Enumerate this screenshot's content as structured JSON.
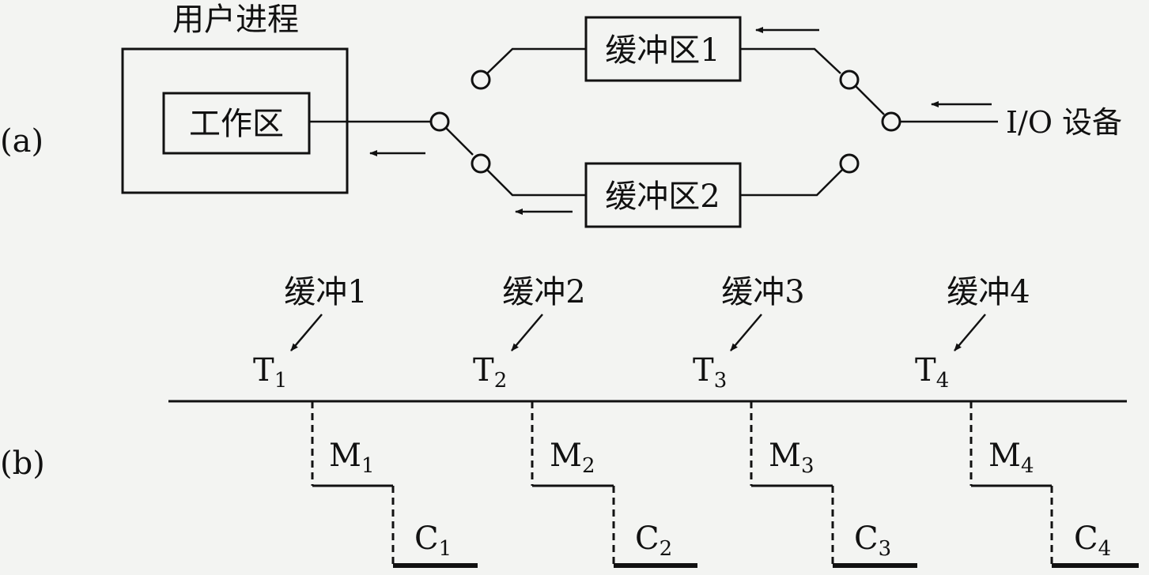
{
  "part_a": {
    "label": "(a)",
    "user_process": {
      "title": "用户进程",
      "work_area": "工作区"
    },
    "buffers": [
      "缓冲区1",
      "缓冲区2"
    ],
    "io_device": "I/O 设备"
  },
  "part_b": {
    "label": "(b)",
    "cycles": [
      {
        "buffer": "缓冲1",
        "T": "T",
        "T_sub": "1",
        "M": "M",
        "M_sub": "1",
        "C": "C",
        "C_sub": "1"
      },
      {
        "buffer": "缓冲2",
        "T": "T",
        "T_sub": "2",
        "M": "M",
        "M_sub": "2",
        "C": "C",
        "C_sub": "2"
      },
      {
        "buffer": "缓冲3",
        "T": "T",
        "T_sub": "3",
        "M": "M",
        "M_sub": "3",
        "C": "C",
        "C_sub": "3"
      },
      {
        "buffer": "缓冲4",
        "T": "T",
        "T_sub": "4",
        "M": "M",
        "M_sub": "4",
        "C": "C",
        "C_sub": "4"
      }
    ]
  }
}
